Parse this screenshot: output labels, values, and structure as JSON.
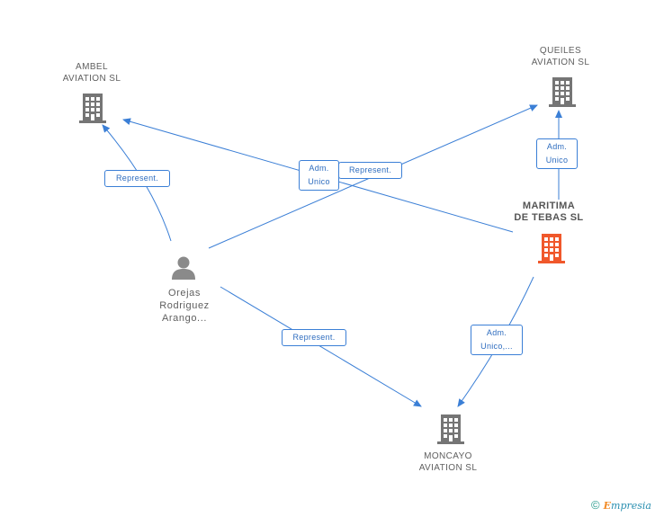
{
  "nodes": {
    "ambel": {
      "label": "AMBEL\nAVIATION  SL",
      "icon": "building-icon",
      "color": "#757575"
    },
    "queiles": {
      "label": "QUEILES\nAVIATION SL",
      "icon": "building-icon",
      "color": "#757575"
    },
    "maritima": {
      "label": "MARITIMA\nDE TEBAS SL",
      "icon": "building-icon",
      "color": "#f0582b"
    },
    "moncayo": {
      "label": "MONCAYO\nAVIATION SL",
      "icon": "building-icon",
      "color": "#757575"
    },
    "orejas": {
      "label": "Orejas\nRodriguez\nArango...",
      "icon": "person-icon",
      "color": "#8a8a8a"
    }
  },
  "edges": {
    "orejas_ambel": "Represent.",
    "maritima_ambel": "Adm.\nUnico",
    "orejas_queiles": "Represent.",
    "maritima_queiles": "Adm.\nUnico",
    "orejas_moncayo": "Represent.",
    "maritima_moncayo": "Adm.\nUnico,..."
  },
  "colors": {
    "edge": "#3b7fd6"
  },
  "footer": {
    "copyright": "©",
    "brand_first": "E",
    "brand_rest": "mpresia"
  }
}
